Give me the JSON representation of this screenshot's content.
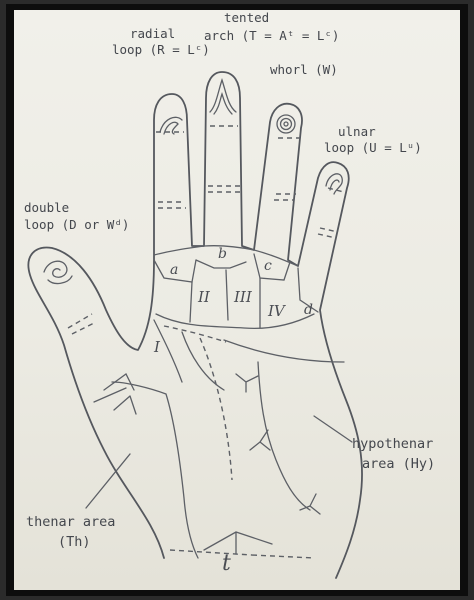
{
  "labels": {
    "radial_1": "radial",
    "radial_2": "loop (R = Lᶜ)",
    "tented_1": "tented",
    "tented_2": "arch (T = Aᵗ = Lᶜ)",
    "whorl": "whorl (W)",
    "ulnar_1": "ulnar",
    "ulnar_2": "loop (U = Lᵘ)",
    "double_1": "double",
    "double_2": "loop (D or Wᵈ)",
    "hypo_1": "hypothenar",
    "hypo_2": "area (Hy)",
    "thenar_1": "thenar area",
    "thenar_2": "(Th)"
  },
  "regions": {
    "a": "a",
    "b": "b",
    "c": "c",
    "d": "d",
    "I": "I",
    "II": "II",
    "III": "III",
    "IV": "IV",
    "t": "t"
  },
  "colors": {
    "paper": "#eeede6",
    "ink": "#55585e",
    "frame": "#0d0d0d"
  }
}
